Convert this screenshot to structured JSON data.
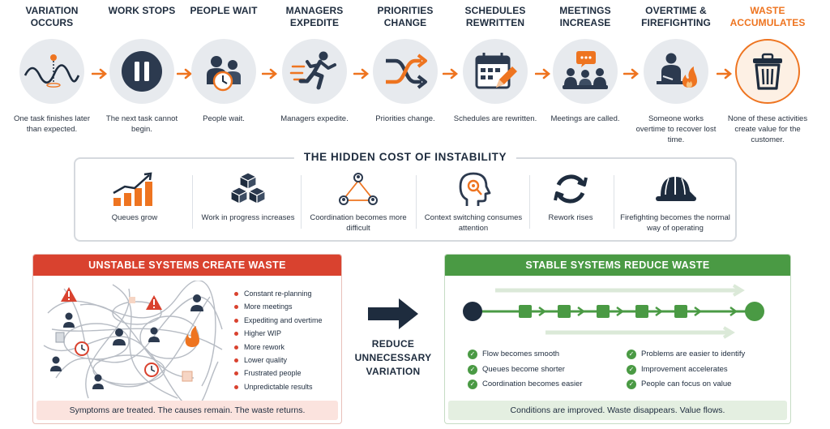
{
  "flow": {
    "steps": [
      {
        "title": "Variation occurs",
        "desc": "One task finishes later than expected.",
        "icon": "wave-pin-icon"
      },
      {
        "title": "Work stops",
        "desc": "The next task cannot begin.",
        "icon": "pause-icon"
      },
      {
        "title": "People wait",
        "desc": "People wait.",
        "icon": "waiting-people-clock-icon"
      },
      {
        "title": "Managers expedite",
        "desc": "Managers expedite.",
        "icon": "running-person-icon"
      },
      {
        "title": "Priorities change",
        "desc": "Priorities change.",
        "icon": "shuffle-icon"
      },
      {
        "title": "Schedules rewritten",
        "desc": "Schedules are rewritten.",
        "icon": "calendar-pencil-icon"
      },
      {
        "title": "Meetings increase",
        "desc": "Meetings are called.",
        "icon": "meeting-icon"
      },
      {
        "title": "Overtime & firefighting",
        "desc": "Someone works overtime to recover lost time.",
        "icon": "overtime-fire-icon"
      },
      {
        "title": "Waste accumulates",
        "desc": "None of these activities create value for the customer.",
        "icon": "trash-can-icon"
      }
    ]
  },
  "hidden_cost": {
    "title": "THE HIDDEN COST OF INSTABILITY",
    "items": [
      {
        "label": "Queues grow",
        "icon": "rising-bars-icon"
      },
      {
        "label": "Work in progress increases",
        "icon": "stacked-cubes-icon"
      },
      {
        "label": "Coordination becomes more difficult",
        "icon": "network-people-icon"
      },
      {
        "label": "Context switching consumes attention",
        "icon": "head-target-icon"
      },
      {
        "label": "Rework rises",
        "icon": "refresh-arrows-icon"
      },
      {
        "label": "Firefighting becomes the normal way of operating",
        "icon": "firefighter-helmet-icon"
      }
    ]
  },
  "unstable": {
    "title": "UNSTABLE SYSTEMS CREATE WASTE",
    "symptoms": [
      "Constant re-planning",
      "More meetings",
      "Expediting and overtime",
      "Higher WIP",
      "More rework",
      "Lower quality",
      "Frustrated people",
      "Unpredictable results"
    ],
    "footer": "Symptoms are treated. The causes remain. The waste returns."
  },
  "middle": {
    "line1": "REDUCE",
    "line2": "UNNECESSARY",
    "line3": "VARIATION"
  },
  "stable": {
    "title": "STABLE SYSTEMS REDUCE WASTE",
    "benefits_left": [
      "Flow becomes smooth",
      "Queues become shorter",
      "Coordination becomes easier"
    ],
    "benefits_right": [
      "Problems are easier to identify",
      "Improvement accelerates",
      "People can focus on value"
    ],
    "footer": "Conditions are improved. Waste disappears. Value flows."
  },
  "colors": {
    "navy": "#1e2c3e",
    "orange": "#ee7420",
    "red": "#d9422f",
    "green": "#4a9a44",
    "gray_circle": "#e7eaee"
  }
}
